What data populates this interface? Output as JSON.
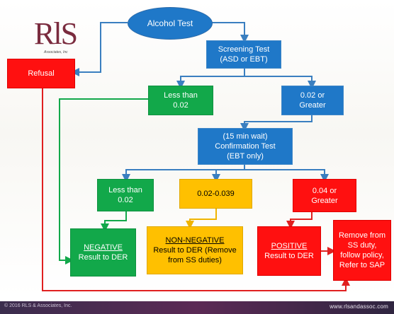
{
  "logo": {
    "text": "RlS",
    "subtext": "Associates, Inc"
  },
  "footer": {
    "url": "www.rlsandassoc.com",
    "copyright": "© 2016 RLS & Associates, Inc."
  },
  "nodes": {
    "alcohol_test": "Alcohol Test",
    "screening_test_line1": "Screening Test",
    "screening_test_line2": "(ASD or EBT)",
    "refusal": "Refusal",
    "less_than_1_line1": "Less than",
    "less_than_1_line2": "0.02",
    "greater_1_line1": "0.02 or",
    "greater_1_line2": "Greater",
    "confirmation_line1": "(15 min wait)",
    "confirmation_line2": "Confirmation Test",
    "confirmation_line3": "(EBT only)",
    "less_than_2_line1": "Less than",
    "less_than_2_line2": "0.02",
    "middle_range": "0.02-0.039",
    "greater_2_line1": "0.04 or",
    "greater_2_line2": "Greater",
    "negative_title": "NEGATIVE",
    "negative_sub": "Result to DER",
    "nonnegative_title": "NON-NEGATIVE",
    "nonnegative_sub1": "Result to DER (Remove",
    "nonnegative_sub2": "from SS duties)",
    "positive_title": "POSITIVE",
    "positive_sub": "Result to DER",
    "remove_line1": "Remove from",
    "remove_line2": "SS duty,",
    "remove_line3": "follow policy,",
    "remove_line4": "Refer to SAP"
  },
  "colors": {
    "blue": "#1f78c8",
    "green": "#12a84a",
    "red": "#ff1010",
    "yellow": "#ffc000",
    "connector_blue": "#3a7fc0",
    "connector_green": "#12a84a",
    "connector_red": "#e02020",
    "connector_yellow": "#f0b400"
  }
}
